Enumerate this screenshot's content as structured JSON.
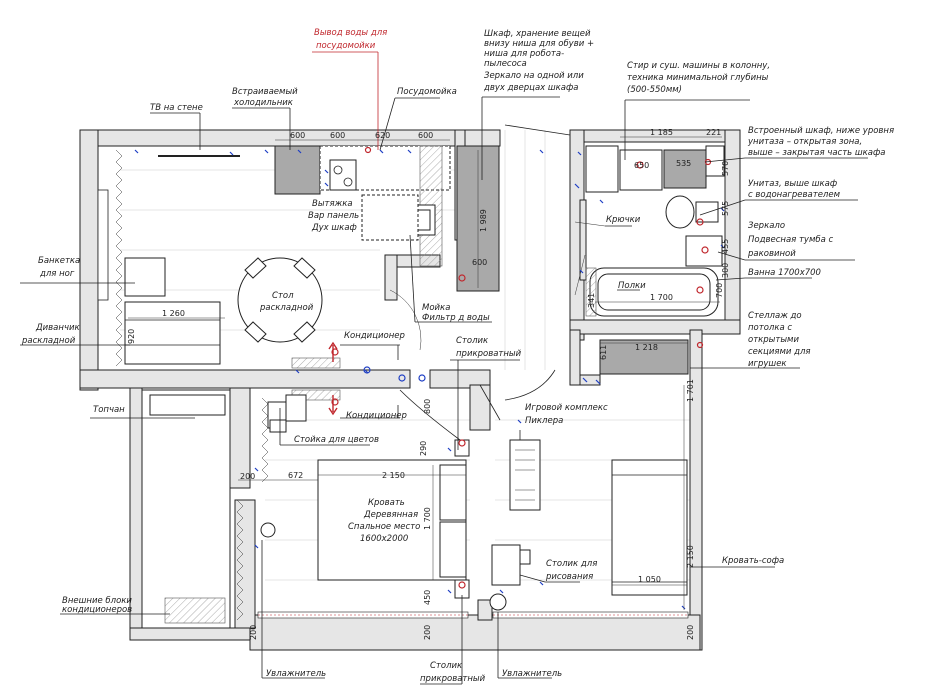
{
  "labels": {
    "water_outlet": [
      "Вывод воды для",
      "посудомойки"
    ],
    "tv": "ТВ на стене",
    "fridge": [
      "Встраиваемый",
      "холодильник"
    ],
    "dishwasher": "Посудомойка",
    "wardrobe": [
      "Шкаф, хранение вещей",
      "внизу ниша для обуви +",
      "ниша для робота-",
      "пылесоса",
      "Зеркало на одной или",
      "двух дверцах шкафа"
    ],
    "washer": [
      "Стир и суш. машины в колонну,",
      "техника минимальной глубины",
      "(500-550мм)"
    ],
    "bath_cabinet": [
      "Встроенный шкаф, ниже уровня",
      "унитаза – открытая зона,",
      "выше – закрытая часть шкафа"
    ],
    "toilet": [
      "Унитаз, выше шкаф",
      "с водонагревателем"
    ],
    "mirror": [
      "Зеркало",
      "Подвесная тумба с",
      "раковиной"
    ],
    "bath": "Ванна 1700х700",
    "hooks": "Крючки",
    "shelves": "Полки",
    "rack": [
      "Стеллаж до",
      "потолка с",
      "открытыми",
      "секциями для",
      "игрушек"
    ],
    "hood": [
      "Вытяжка",
      "Вар панель",
      "Дух шкаф"
    ],
    "sink": [
      "Мойка",
      "Фильтр д воды"
    ],
    "table": [
      "Стол",
      "раскладной"
    ],
    "bench": [
      "Банкетка",
      "для ног"
    ],
    "sofa_small": [
      "Диванчик",
      "раскладной"
    ],
    "ac1": "Кондиционер",
    "ac2": "Кондиционер",
    "bedside1": [
      "Столик",
      "прикроватный"
    ],
    "play": [
      "Игровой комплекс",
      "Пиклера"
    ],
    "topchan": "Топчан",
    "flower": "Стойка для цветов",
    "bed": [
      "Кровать",
      "Деревянная",
      "Спальное место",
      "1600х2000"
    ],
    "drawing_table": [
      "Столик для",
      "рисования"
    ],
    "sofa_bed": "Кровать-софа",
    "ext_ac": [
      "Внешние блоки",
      "кондиционеров"
    ],
    "humid1": "Увлажнитель",
    "bedside2": [
      "Столик",
      "прикроватный"
    ],
    "humid2": "Увлажнитель"
  },
  "dims": {
    "k600a": "600",
    "k600b": "600",
    "k620": "620",
    "k600c": "600",
    "w1989": "1 989",
    "w600": "600",
    "b1185": "1 185",
    "b221": "221",
    "b650": "650",
    "b535": "535",
    "b570": "570",
    "b575": "575",
    "b455": "455",
    "b700": "700",
    "b300": "300",
    "b1700": "1 700",
    "b341": "341",
    "r1218": "1 218",
    "r611": "611",
    "r1701": "1 701",
    "s1260": "1 260",
    "s920": "920",
    "d800": "800",
    "d290": "290",
    "d200": "200",
    "d672": "672",
    "d2150": "2 150",
    "d1700": "1 700",
    "d450": "450",
    "d200b": "200",
    "d200c": "200",
    "d200d": "200",
    "c2150": "2 150",
    "c1050": "1 050"
  }
}
